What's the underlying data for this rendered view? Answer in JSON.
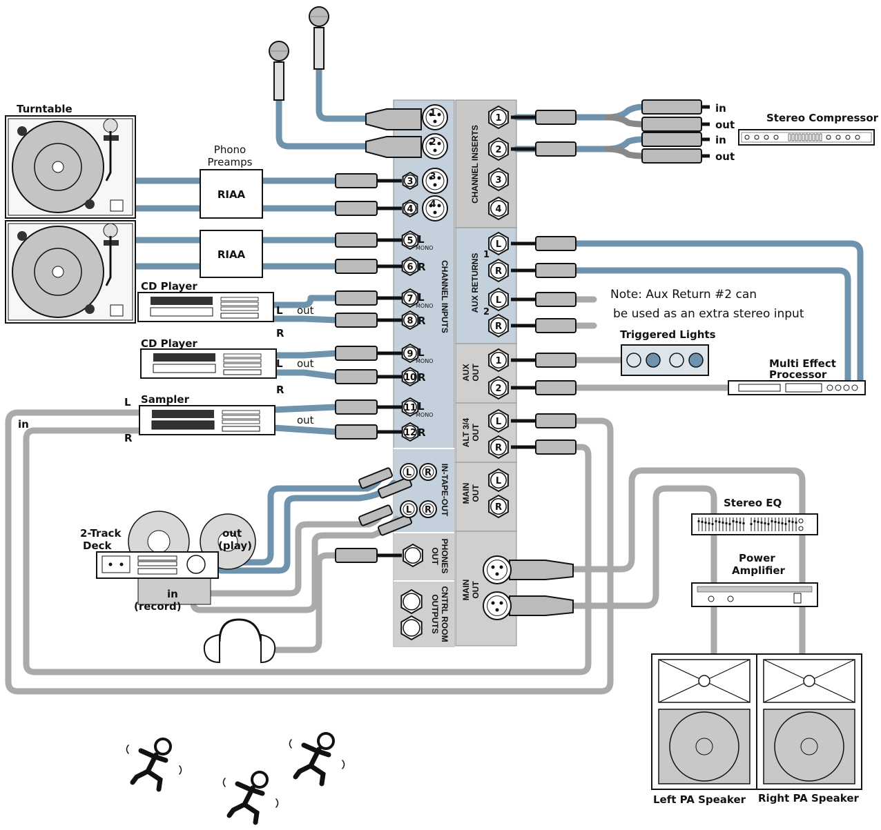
{
  "colors": {
    "blue_cable": "#6f92ad",
    "gray_cable": "#aaaaaa",
    "panel_light": "#c4d1dd",
    "panel_gray": "#c8c8c8",
    "line": "#111111",
    "connector": "#bbbbbb"
  },
  "labels": {
    "turntable": "Turntable",
    "phono_preamps_1": "Phono",
    "phono_preamps_2": "Preamps",
    "riaa_1": "RIAA",
    "riaa_2": "RIAA",
    "cd_player_1": "CD Player",
    "cd_player_2": "CD Player",
    "sampler": "Sampler",
    "out": "out",
    "L": "L",
    "R": "R",
    "in": "in",
    "deck_1": "2-Track",
    "deck_2": "Deck",
    "deck_out_1": "out",
    "deck_out_2": "(play)",
    "deck_in_1": "in",
    "deck_in_2": "(record)",
    "stereo_compressor": "Stereo Compressor",
    "triggered_lights": "Triggered Lights",
    "mfx_1": "Multi Effect",
    "mfx_2": "Processor",
    "stereo_eq": "Stereo EQ",
    "power_amp_1": "Power",
    "power_amp_2": "Amplifier",
    "left_speaker": "Left PA Speaker",
    "right_speaker": "Right PA Speaker",
    "note_1": "Note: Aux Return #2 can",
    "note_2": "be used as an extra stereo input",
    "mono": "MONO"
  },
  "sections": {
    "channel_inserts": "CHANNEL INSERTS",
    "channel_inputs": "CHANNEL   INPUTS",
    "aux_returns": "AUX RETURNS",
    "aux_out_1": "AUX",
    "aux_out_2": "OUT",
    "alt_out_1": "ALT 3/4",
    "alt_out_2": "OUT",
    "tape": "IN-TAPE-OUT",
    "main_out_rca_1": "MAIN",
    "main_out_rca_2": "OUT",
    "phones_1": "PHONES",
    "phones_2": "OUT",
    "main_out_xlr_1": "MAIN",
    "main_out_xlr_2": "OUT",
    "cntrl_1": "CNTRL ROOM",
    "cntrl_2": "OUTPUTS"
  },
  "jacks": {
    "ch": [
      "1",
      "2",
      "3",
      "4",
      "5",
      "6",
      "7",
      "8",
      "9",
      "10",
      "11",
      "12"
    ],
    "inserts": [
      "1",
      "2",
      "3",
      "4"
    ],
    "aux_return_groups": [
      "1",
      "2"
    ],
    "aux_out": [
      "1",
      "2"
    ],
    "lr": [
      "L",
      "R"
    ]
  }
}
